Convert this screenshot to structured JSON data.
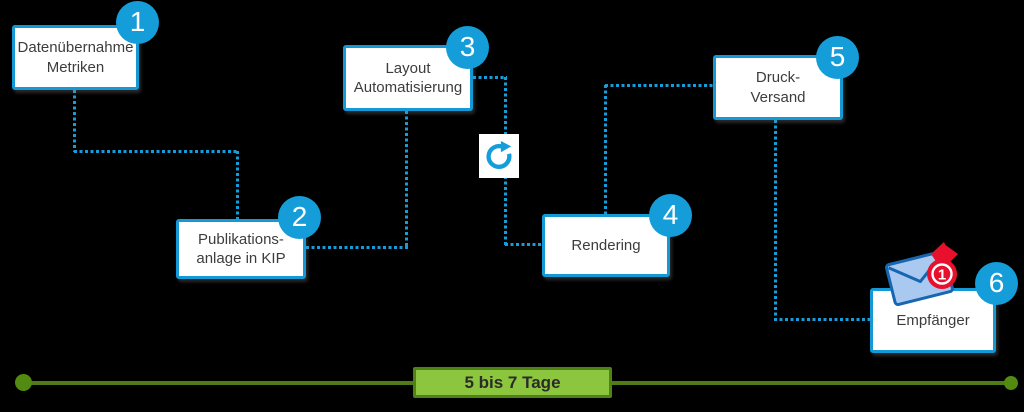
{
  "diagram": {
    "steps": [
      {
        "number": "1",
        "label": "Datenübernahme\nMetriken"
      },
      {
        "number": "2",
        "label": "Publikations-\nanlage in KIP"
      },
      {
        "number": "3",
        "label": "Layout\nAutomatisierung"
      },
      {
        "number": "4",
        "label": "Rendering"
      },
      {
        "number": "5",
        "label": "Druck-\nVersand"
      },
      {
        "number": "6",
        "label": "Empfänger"
      }
    ],
    "icons": {
      "loop": "refresh-loop-icon",
      "mail": "sealed-envelope-icon",
      "seal_number": "1"
    },
    "timeline": {
      "label": "5 bis 7 Tage"
    },
    "colors": {
      "accent_blue": "#149dd9",
      "box_border_blue": "#1598d6",
      "green_fill": "#8cc63f",
      "green_dark": "#4e7d15",
      "step_text": "#3d3d3d",
      "badge_text": "#ffffff",
      "seal_red": "#e8112d",
      "envelope_fill": "#aac9f1",
      "envelope_border": "#1767b0",
      "background": "#000000"
    }
  }
}
